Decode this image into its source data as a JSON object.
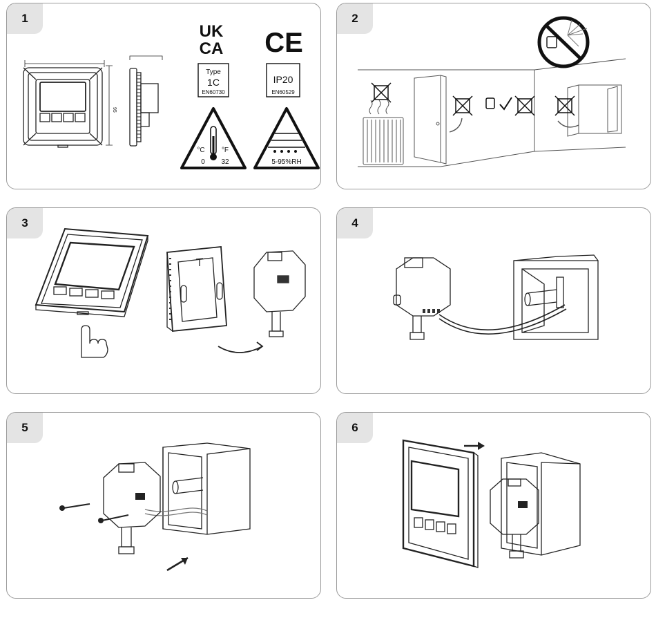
{
  "steps": [
    {
      "number": "1"
    },
    {
      "number": "2"
    },
    {
      "number": "3"
    },
    {
      "number": "4"
    },
    {
      "number": "5"
    },
    {
      "number": "6"
    }
  ],
  "step1": {
    "dim_height": "95",
    "ukca_top": "UK",
    "ukca_bottom": "CA",
    "ce": "CE",
    "type_label": "Type",
    "type_value": "1C",
    "type_std": "EN60730",
    "ip_value": "IP20",
    "ip_std": "EN60529",
    "temp_c": "°C",
    "temp_f": "°F",
    "temp_c_val": "0",
    "temp_f_val": "32",
    "humidity": "5-95%RH"
  }
}
